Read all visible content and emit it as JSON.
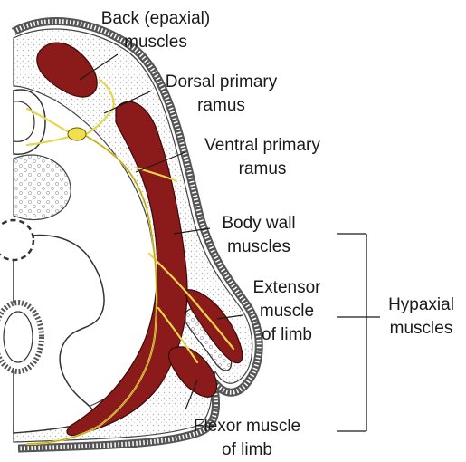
{
  "labels": {
    "back_muscles": [
      "Back (epaxial)",
      "muscles"
    ],
    "dorsal_ramus": [
      "Dorsal primary",
      "ramus"
    ],
    "ventral_ramus": [
      "Ventral primary",
      "ramus"
    ],
    "body_wall": [
      "Body wall",
      "muscles"
    ],
    "extensor": [
      "Extensor",
      "muscle",
      "of limb"
    ],
    "flexor": [
      "Flexor muscle",
      "of limb"
    ],
    "hypaxial": [
      "Hypaxial",
      "muscles"
    ]
  },
  "colors": {
    "muscle": "#8b1a1a",
    "nerve": "#e8d64a",
    "skin_stipple": "#bdbdbd",
    "outline": "#333333"
  }
}
